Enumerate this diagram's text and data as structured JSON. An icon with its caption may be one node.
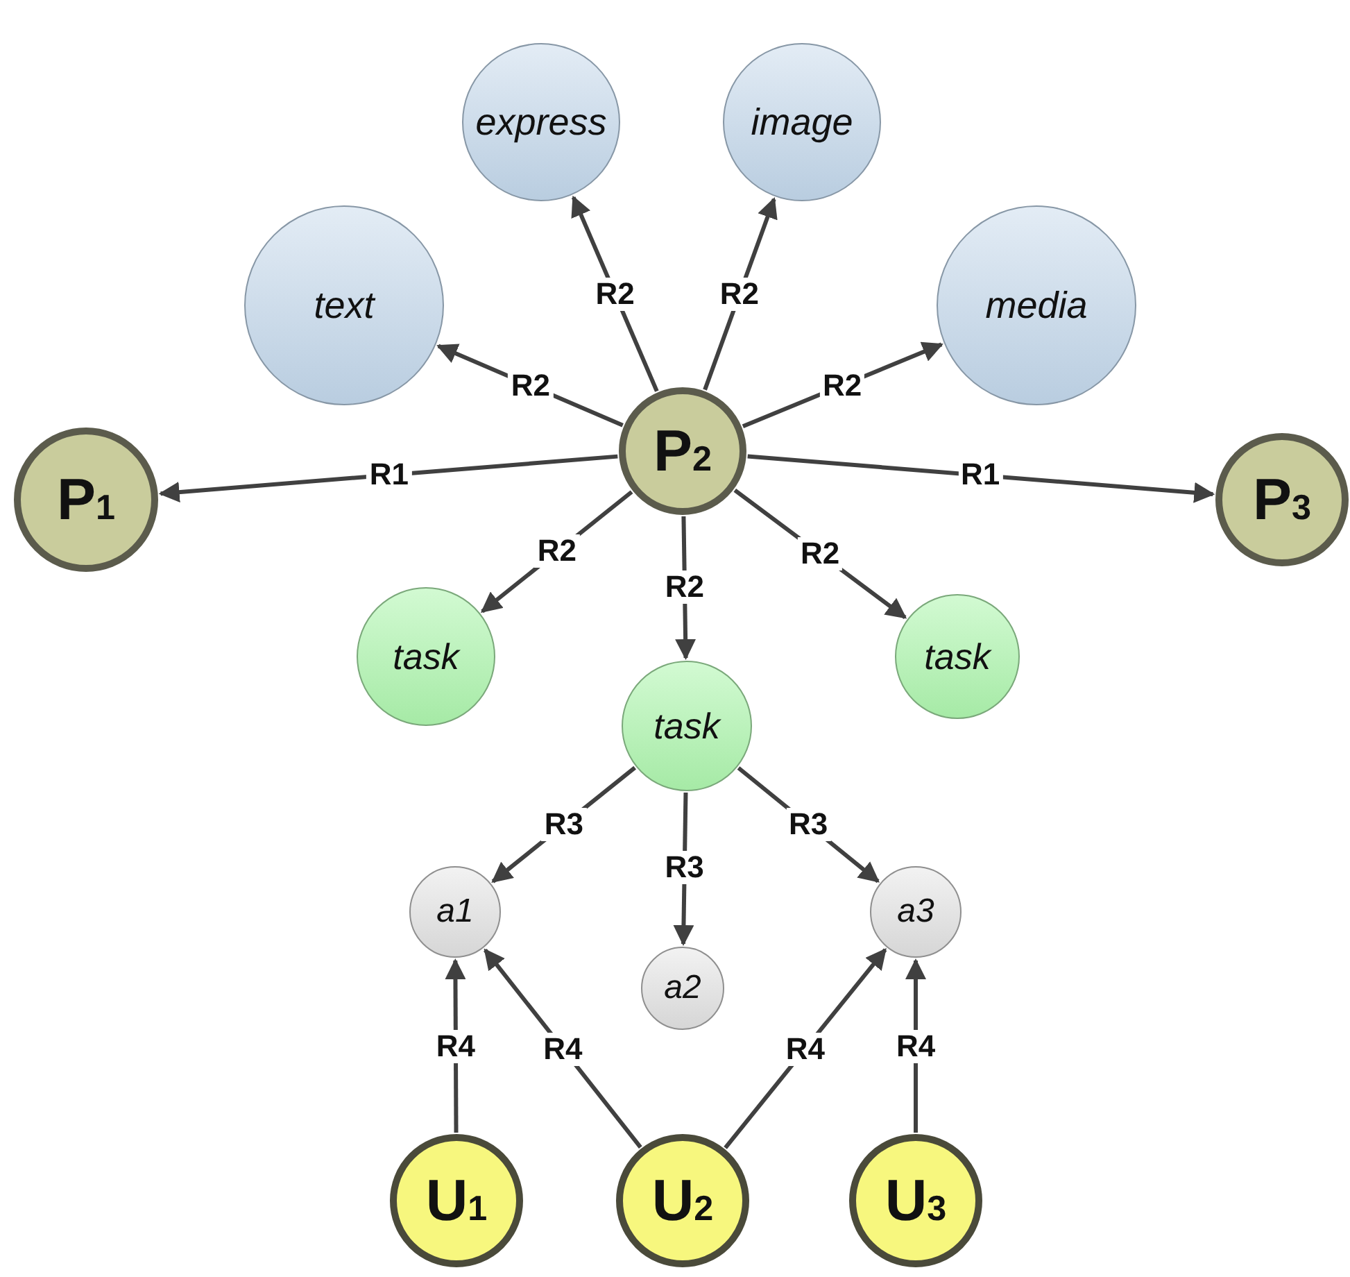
{
  "diagram": {
    "nodes": [
      {
        "text": [
          "express"
        ]
      },
      {
        "text": [
          "image"
        ]
      },
      {
        "text": [
          "text"
        ]
      },
      {
        "text": [
          "media"
        ]
      },
      {
        "text": [
          "P$_{1}$"
        ]
      },
      {
        "text": [
          "P$_{2}$"
        ]
      },
      {
        "text": [
          "P$_{3}$"
        ]
      },
      {
        "text": [
          "task"
        ]
      },
      {
        "text": [
          "task"
        ]
      },
      {
        "text": [
          "task"
        ]
      },
      {
        "text": [
          "a1"
        ]
      },
      {
        "text": [
          "a2"
        ]
      },
      {
        "text": [
          "a3"
        ]
      },
      {
        "text": [
          "U$_{1}$"
        ]
      },
      {
        "text": [
          "U$_{2}$"
        ]
      },
      {
        "text": [
          "U$_{3}$"
        ]
      }
    ],
    "edges": [
      {
        "from": 5,
        "to": 2,
        "arrow": "to",
        "label": "R2"
      },
      {
        "from": 5,
        "to": 0,
        "arrow": "to",
        "label": "R2"
      },
      {
        "from": 5,
        "to": 1,
        "arrow": "to",
        "label": "R2"
      },
      {
        "from": 5,
        "to": 3,
        "arrow": "to",
        "label": "R2"
      },
      {
        "from": 5,
        "to": 4,
        "arrow": "to",
        "label": "R1"
      },
      {
        "from": 5,
        "to": 6,
        "arrow": "to",
        "label": "R1"
      },
      {
        "from": 5,
        "to": 7,
        "arrow": "to",
        "label": "R2"
      },
      {
        "from": 5,
        "to": 8,
        "arrow": "to",
        "label": "R2"
      },
      {
        "from": 5,
        "to": 9,
        "arrow": "to",
        "label": "R2"
      },
      {
        "from": 8,
        "to": 10,
        "arrow": "to",
        "label": "R3"
      },
      {
        "from": 8,
        "to": 11,
        "arrow": "to",
        "label": "R3"
      },
      {
        "from": 8,
        "to": 12,
        "arrow": "to",
        "label": "R3"
      },
      {
        "from": 13,
        "to": 10,
        "arrow": "to",
        "label": "R4"
      },
      {
        "from": 14,
        "to": 10,
        "arrow": "to",
        "label": "R4"
      },
      {
        "from": 14,
        "to": 12,
        "arrow": "to",
        "label": "R4"
      },
      {
        "from": 15,
        "to": 12,
        "arrow": "to",
        "label": "R4"
      }
    ]
  }
}
